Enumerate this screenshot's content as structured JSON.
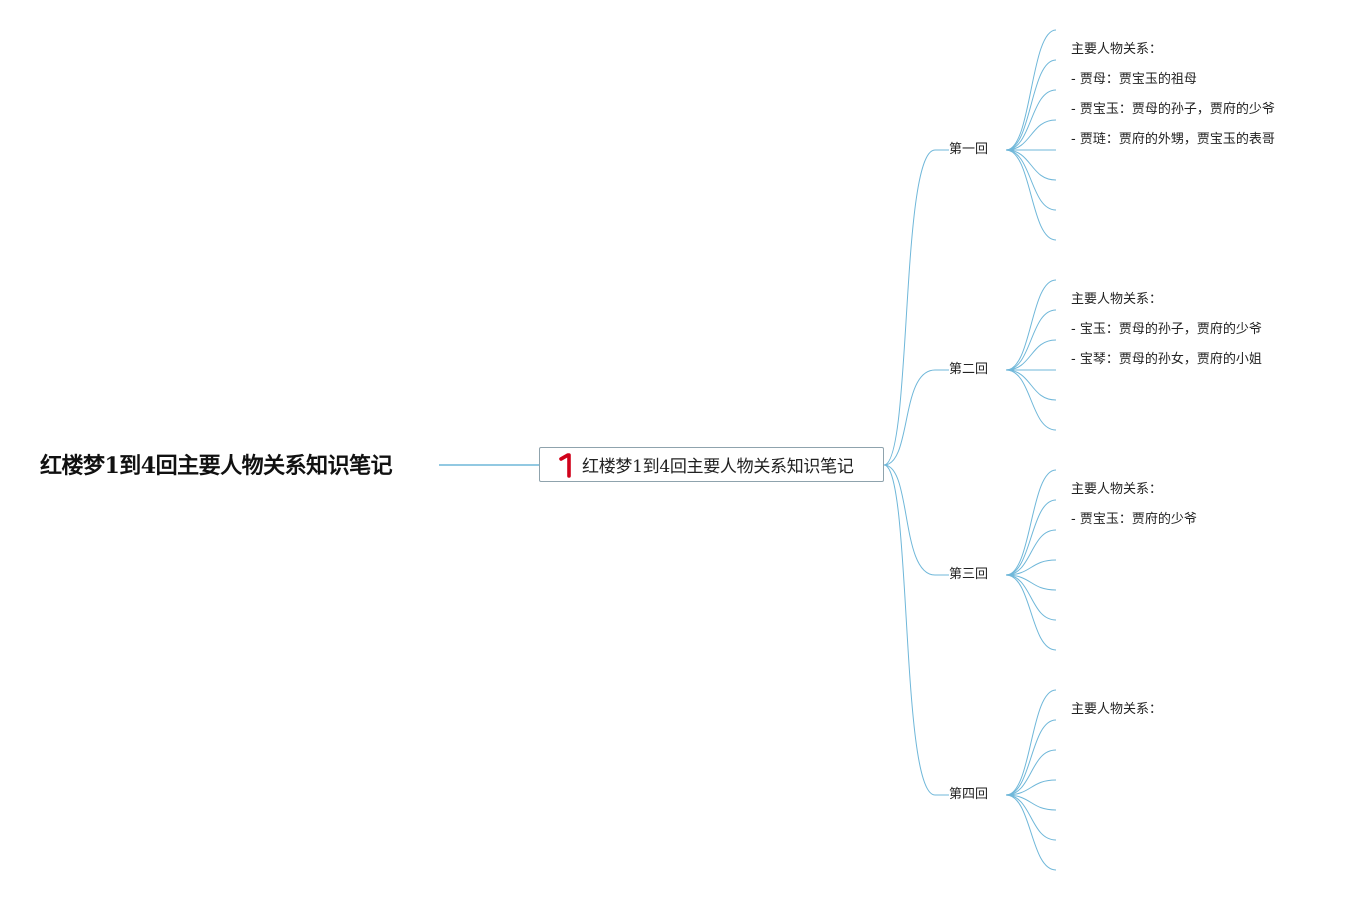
{
  "title": "红楼梦1到4回主要人物关系知识笔记",
  "main_node": {
    "label": "红楼梦1到4回主要人物关系知识笔记",
    "icon": "number-one-icon",
    "icon_color": "#d0021b"
  },
  "line_color": "#6fb7d9",
  "chapters": [
    {
      "label": "第一回",
      "items": [
        "主要人物关系：",
        "- 贾母：贾宝玉的祖母",
        "- 贾宝玉：贾母的孙子，贾府的少爷",
        "- 贾琏：贾府的外甥，贾宝玉的表哥",
        "",
        "",
        "",
        ""
      ]
    },
    {
      "label": "第二回",
      "items": [
        "主要人物关系：",
        "- 宝玉：贾母的孙子，贾府的少爷",
        "- 宝琴：贾母的孙女，贾府的小姐",
        "",
        "",
        ""
      ]
    },
    {
      "label": "第三回",
      "items": [
        "主要人物关系：",
        "- 贾宝玉：贾府的少爷",
        "",
        "",
        "",
        "",
        ""
      ]
    },
    {
      "label": "第四回",
      "items": [
        "主要人物关系：",
        "",
        "",
        "",
        "",
        "",
        ""
      ]
    }
  ]
}
